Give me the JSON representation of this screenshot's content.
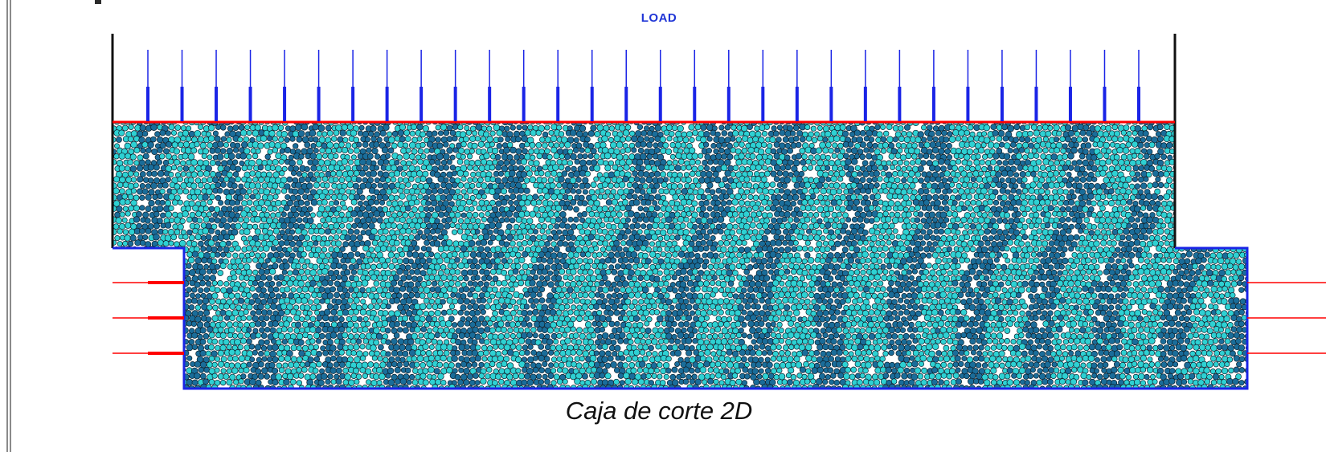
{
  "figure": {
    "load_label": "LOAD",
    "caption": "Caja de corte 2D"
  },
  "colors": {
    "box_wall": "#111111",
    "load_arrow": "#1a24e6",
    "load_plate": "#ff0000",
    "shear_arrow": "#ff0000",
    "box_outline": "#1a24e6",
    "particle_light": "#2ed1d3",
    "particle_dark": "#1a6d9a",
    "particle_edge": "#0b1f2c",
    "background": "#ffffff"
  },
  "load_arrow_count": 30,
  "shear_arrow_count": 3
}
